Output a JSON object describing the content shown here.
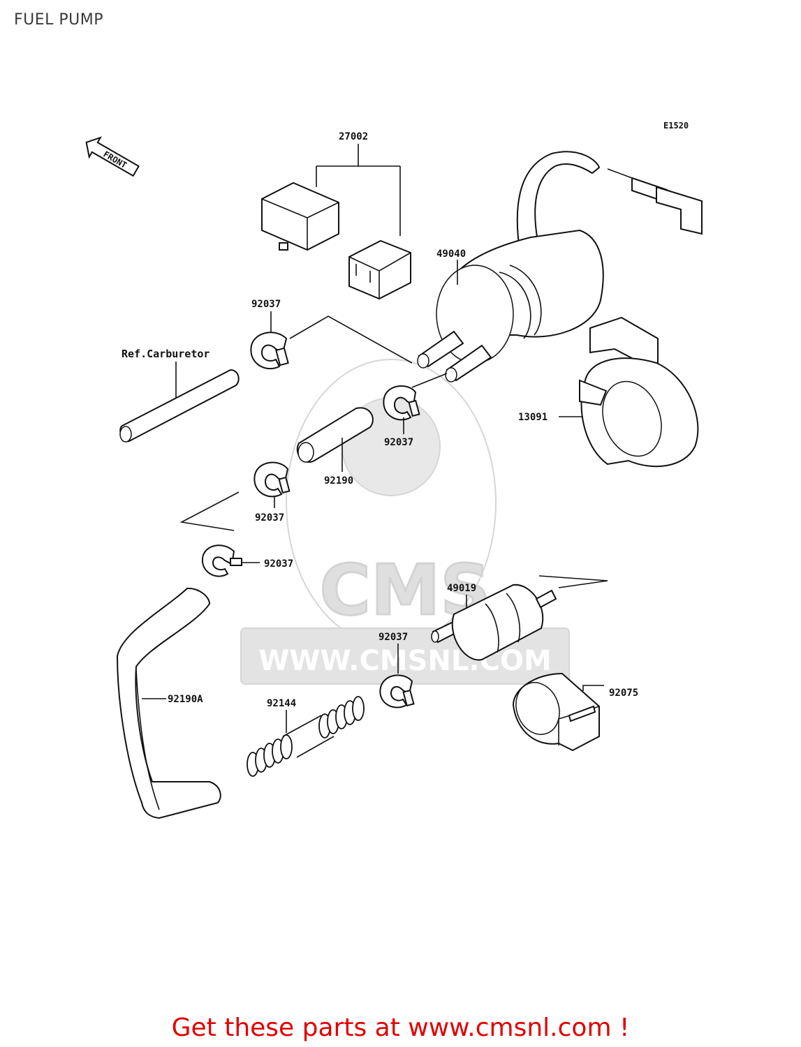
{
  "header": {
    "title": "FUEL PUMP"
  },
  "diagram": {
    "code": "E1520",
    "front_marker": "FRONT",
    "reference": "Ref.Carburetor",
    "watermark": {
      "brand": "CMS",
      "url": "WWW.CMSNL.COM"
    },
    "parts": {
      "relay": "27002",
      "fuel_pump": "49040",
      "bracket": "13091",
      "clamp_a": "92037",
      "clamp_b": "92037",
      "clamp_c": "92037",
      "clamp_d": "92037",
      "clamp_e": "92037",
      "hose": "92190",
      "hose_a": "92190A",
      "fuel_filter": "49019",
      "spring": "92144",
      "holder": "92075"
    }
  },
  "footer": {
    "cta": "Get these parts at www.cmsnl.com !"
  }
}
